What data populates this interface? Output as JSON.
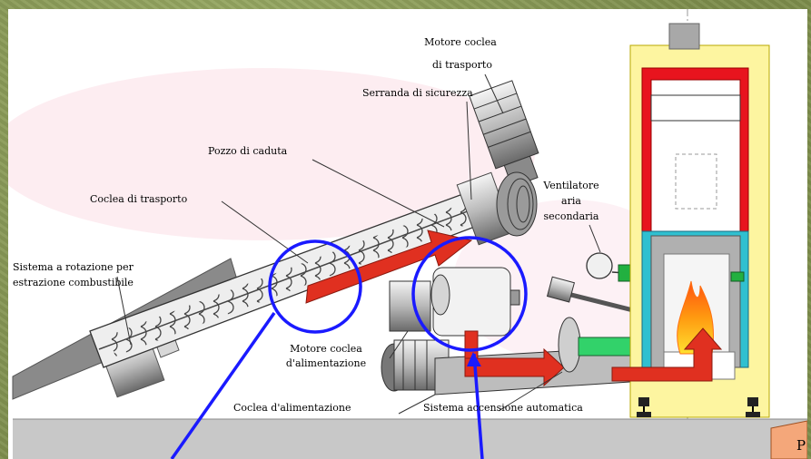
{
  "labels": {
    "motore_coclea_trasporto_1": "Motore coclea",
    "motore_coclea_trasporto_2": "di trasporto",
    "serranda": "Serranda di sicurezza",
    "pozzo": "Pozzo di caduta",
    "coclea_trasporto": "Coclea di trasporto",
    "ventilatore_1": "Ventilatore",
    "ventilatore_2": "aria",
    "ventilatore_3": "secondaria",
    "sistema_rotazione_1": "Sistema a rotazione per",
    "sistema_rotazione_2": "estrazione combustibile",
    "motore_alimentazione_1": "Motore coclea",
    "motore_alimentazione_2": "d'alimentazione",
    "coclea_alimentazione": "Coclea d'alimentazione",
    "sistema_accensione": "Sistema accensione automatica"
  },
  "corner_tab": "P",
  "colors": {
    "highlight_circle": "#1a1aff",
    "flow_arrow": "#e03020",
    "boiler_casing": "#fdf5a0",
    "boiler_fire_tube": "#e8141e",
    "water_jacket": "#30c0d0",
    "floor": "#c8c8c8",
    "air_duct": "#22b040"
  }
}
